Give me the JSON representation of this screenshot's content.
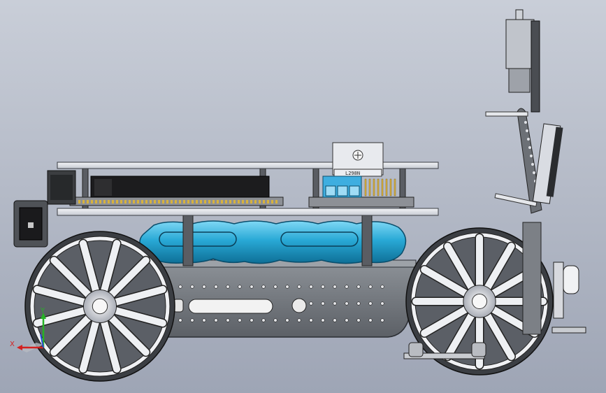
{
  "viewport": {
    "background_top": "#c9ced8",
    "background_bottom": "#9ea5b5"
  },
  "parts": {
    "driver_chip_label": "L298N"
  },
  "triad": {
    "x_label": "X",
    "y_label": "Y",
    "x_color": "#d42020",
    "y_color": "#25b325",
    "z_color": "#2d4fd8"
  },
  "colors": {
    "battery": "#29a9d6",
    "terminal_block": "#3eaee0",
    "wheel": "#e8e9ed",
    "chassis": "#6f7378",
    "plate": "#dfe2e8"
  }
}
